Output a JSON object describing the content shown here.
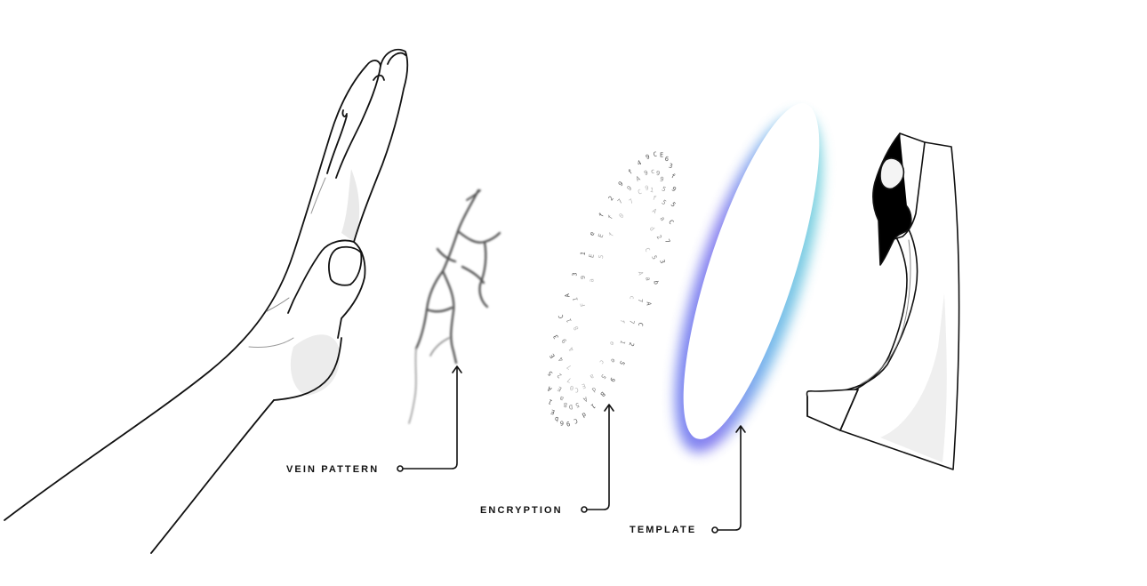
{
  "labels": {
    "vein_pattern": "VEIN PATTERN",
    "encryption": "ENCRYPTION",
    "template": "TEMPLATE"
  },
  "icons": [
    "hand-illustration",
    "vein-pattern-illustration",
    "encryption-ring-illustration",
    "template-disc-illustration",
    "palm-scanner-illustration"
  ],
  "colors": {
    "line": "#111111",
    "template_gradient": [
      "#7b6cf0",
      "#5b7ff0",
      "#6fe3d4"
    ]
  }
}
